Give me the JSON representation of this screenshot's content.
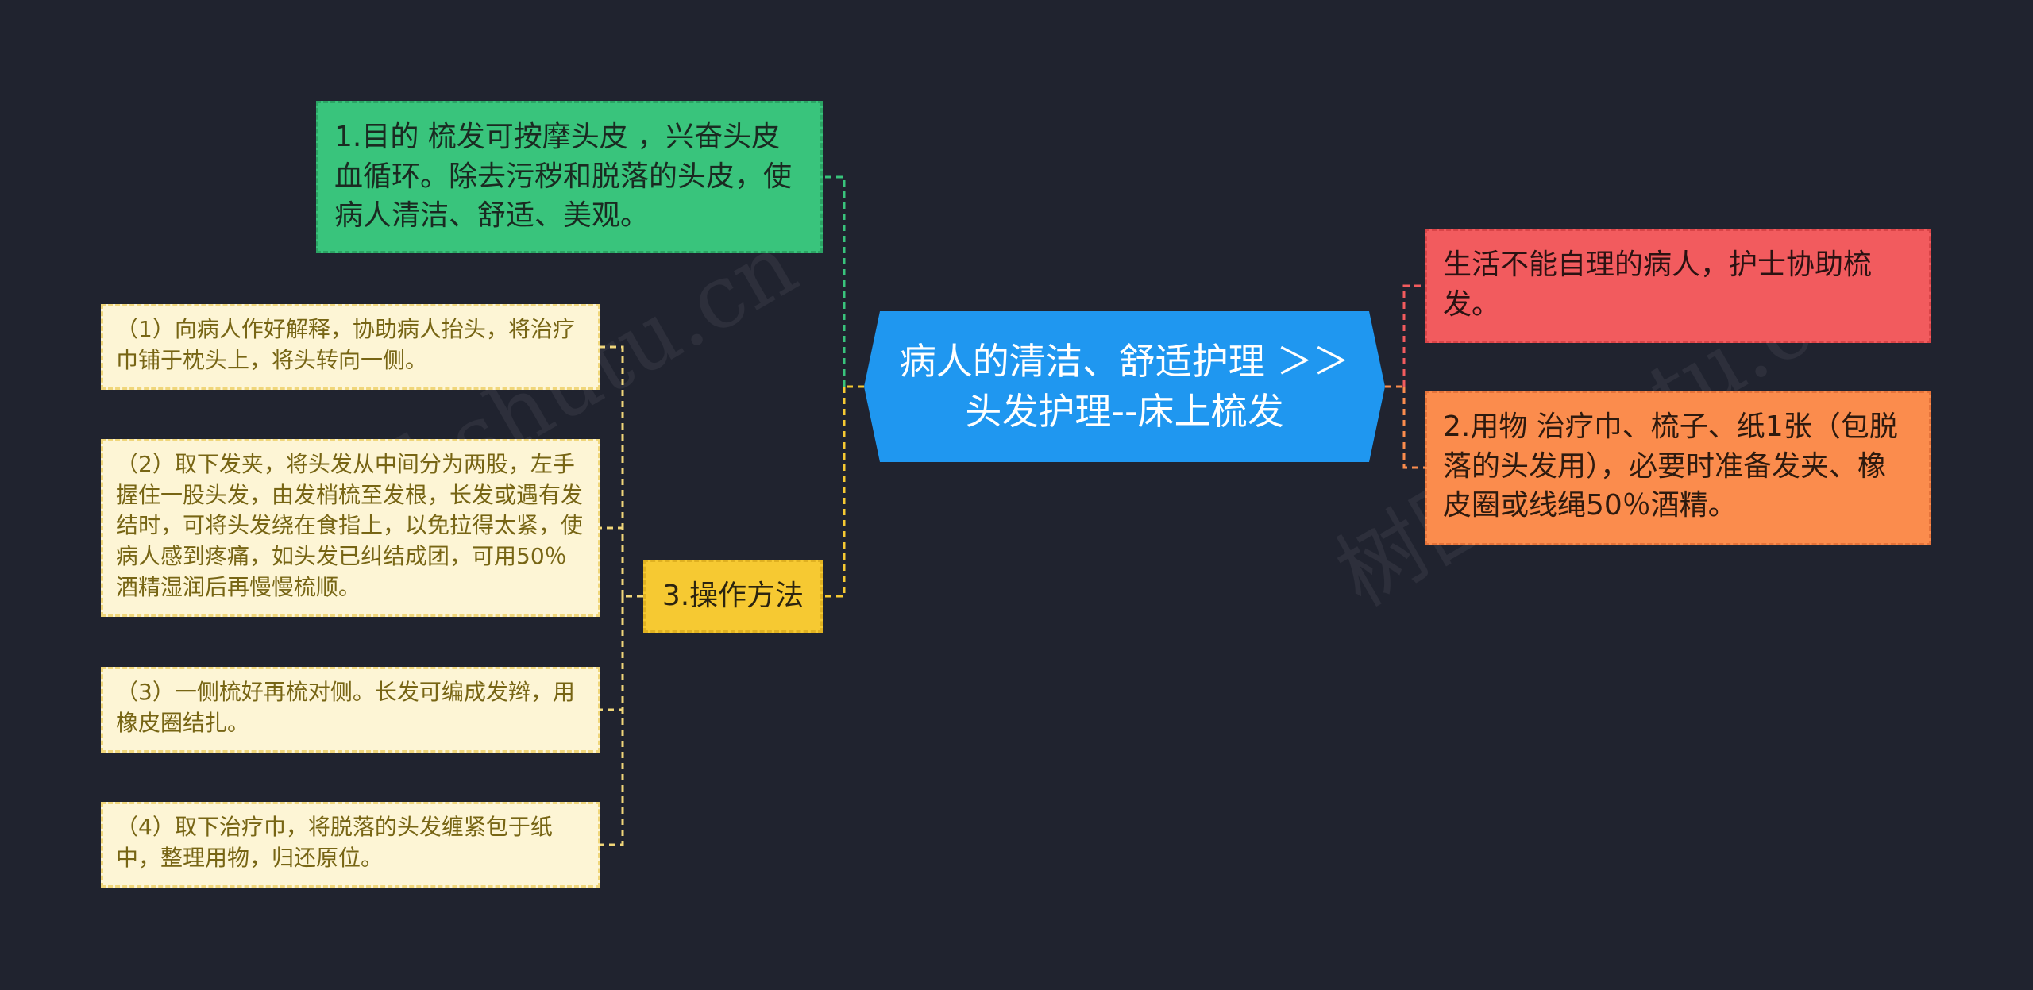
{
  "center": {
    "text": "病人的清洁、舒适护理 ＞＞头发护理--床上梳发"
  },
  "left": {
    "purpose": "1.目的 梳发可按摩头皮 ，兴奋头皮血循环。除去污秽和脱落的头皮，使病人清洁、舒适、美观。",
    "method": {
      "label": "3.操作方法",
      "steps": [
        "（1）向病人作好解释，协助病人抬头，将治疗巾铺于枕头上，将头转向一侧。",
        "（2）取下发夹，将头发从中间分为两股，左手握住一股头发，由发梢梳至发根，长发或遇有发结时，可将头发绕在食指上，以免拉得太紧，使病人感到疼痛，如头发已纠结成团，可用50％酒精湿润后再慢慢梳顺。",
        "（3）一侧梳好再梳对侧。长发可编成发辫，用橡皮圈结扎。",
        "（4）取下治疗巾，将脱落的头发缠紧包于纸中，整理用物，归还原位。"
      ]
    }
  },
  "right": {
    "indication": "生活不能自理的病人，护士协助梳发。",
    "supplies": "2.用物 治疗巾、梳子、纸1张（包脱落的头发用），必要时准备发夹、橡皮圈或线绳50％酒精。"
  },
  "watermark": [
    "树图 shutu.cn",
    "树图 shutu.cn"
  ],
  "colors": {
    "background": "#20232f",
    "center": "#1f97f0",
    "purpose": "#39c47c",
    "method": "#f6c932",
    "step": "#fdf5d5",
    "indication": "#f25b5e",
    "supplies": "#fb8c4d"
  }
}
